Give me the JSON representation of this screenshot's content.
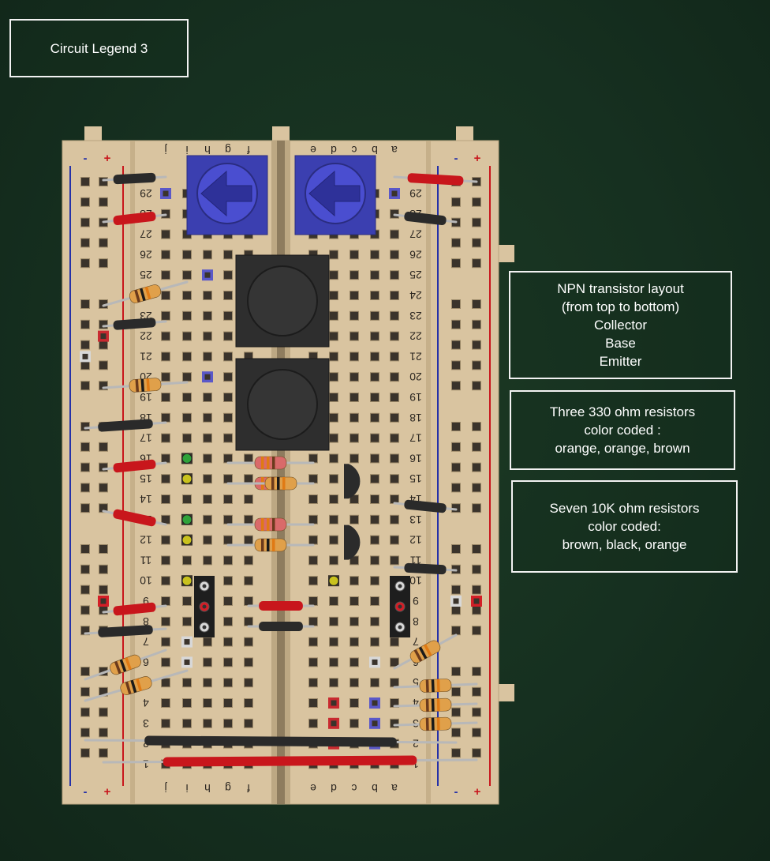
{
  "legend_title": "Circuit Legend 3",
  "npn_note": {
    "lines": [
      "NPN transistor layout",
      "(from top to bottom)",
      "Collector",
      "Base",
      "Emitter"
    ]
  },
  "resistor_330_note": {
    "lines": [
      "Three 330 ohm resistors",
      "color coded :",
      "orange, orange, brown"
    ]
  },
  "resistor_10k_note": {
    "lines": [
      "Seven 10K ohm resistors",
      "color coded:",
      "brown, black, orange"
    ]
  },
  "breadboard": {
    "rail_plus": "+",
    "rail_minus": "-",
    "left_columns": [
      "j",
      "i",
      "h",
      "g",
      "f"
    ],
    "right_columns": [
      "e",
      "d",
      "c",
      "b",
      "a"
    ],
    "rows": [
      29,
      28,
      27,
      26,
      25,
      24,
      23,
      22,
      21,
      20,
      19,
      18,
      17,
      16,
      15,
      14,
      13,
      12,
      11,
      10,
      9,
      8,
      7,
      6,
      5,
      4,
      3,
      2,
      1
    ]
  },
  "colors": {
    "background": "#163020",
    "board": "#d9c4a0",
    "red_wire": "#c8161c",
    "black_wire": "#2a2a2a",
    "potentiometer": "#3b3fb0",
    "button": "#2e2e2e",
    "led_green": "#2fa33a",
    "led_yellow": "#c9c21d",
    "led_red": "#d31f27"
  }
}
